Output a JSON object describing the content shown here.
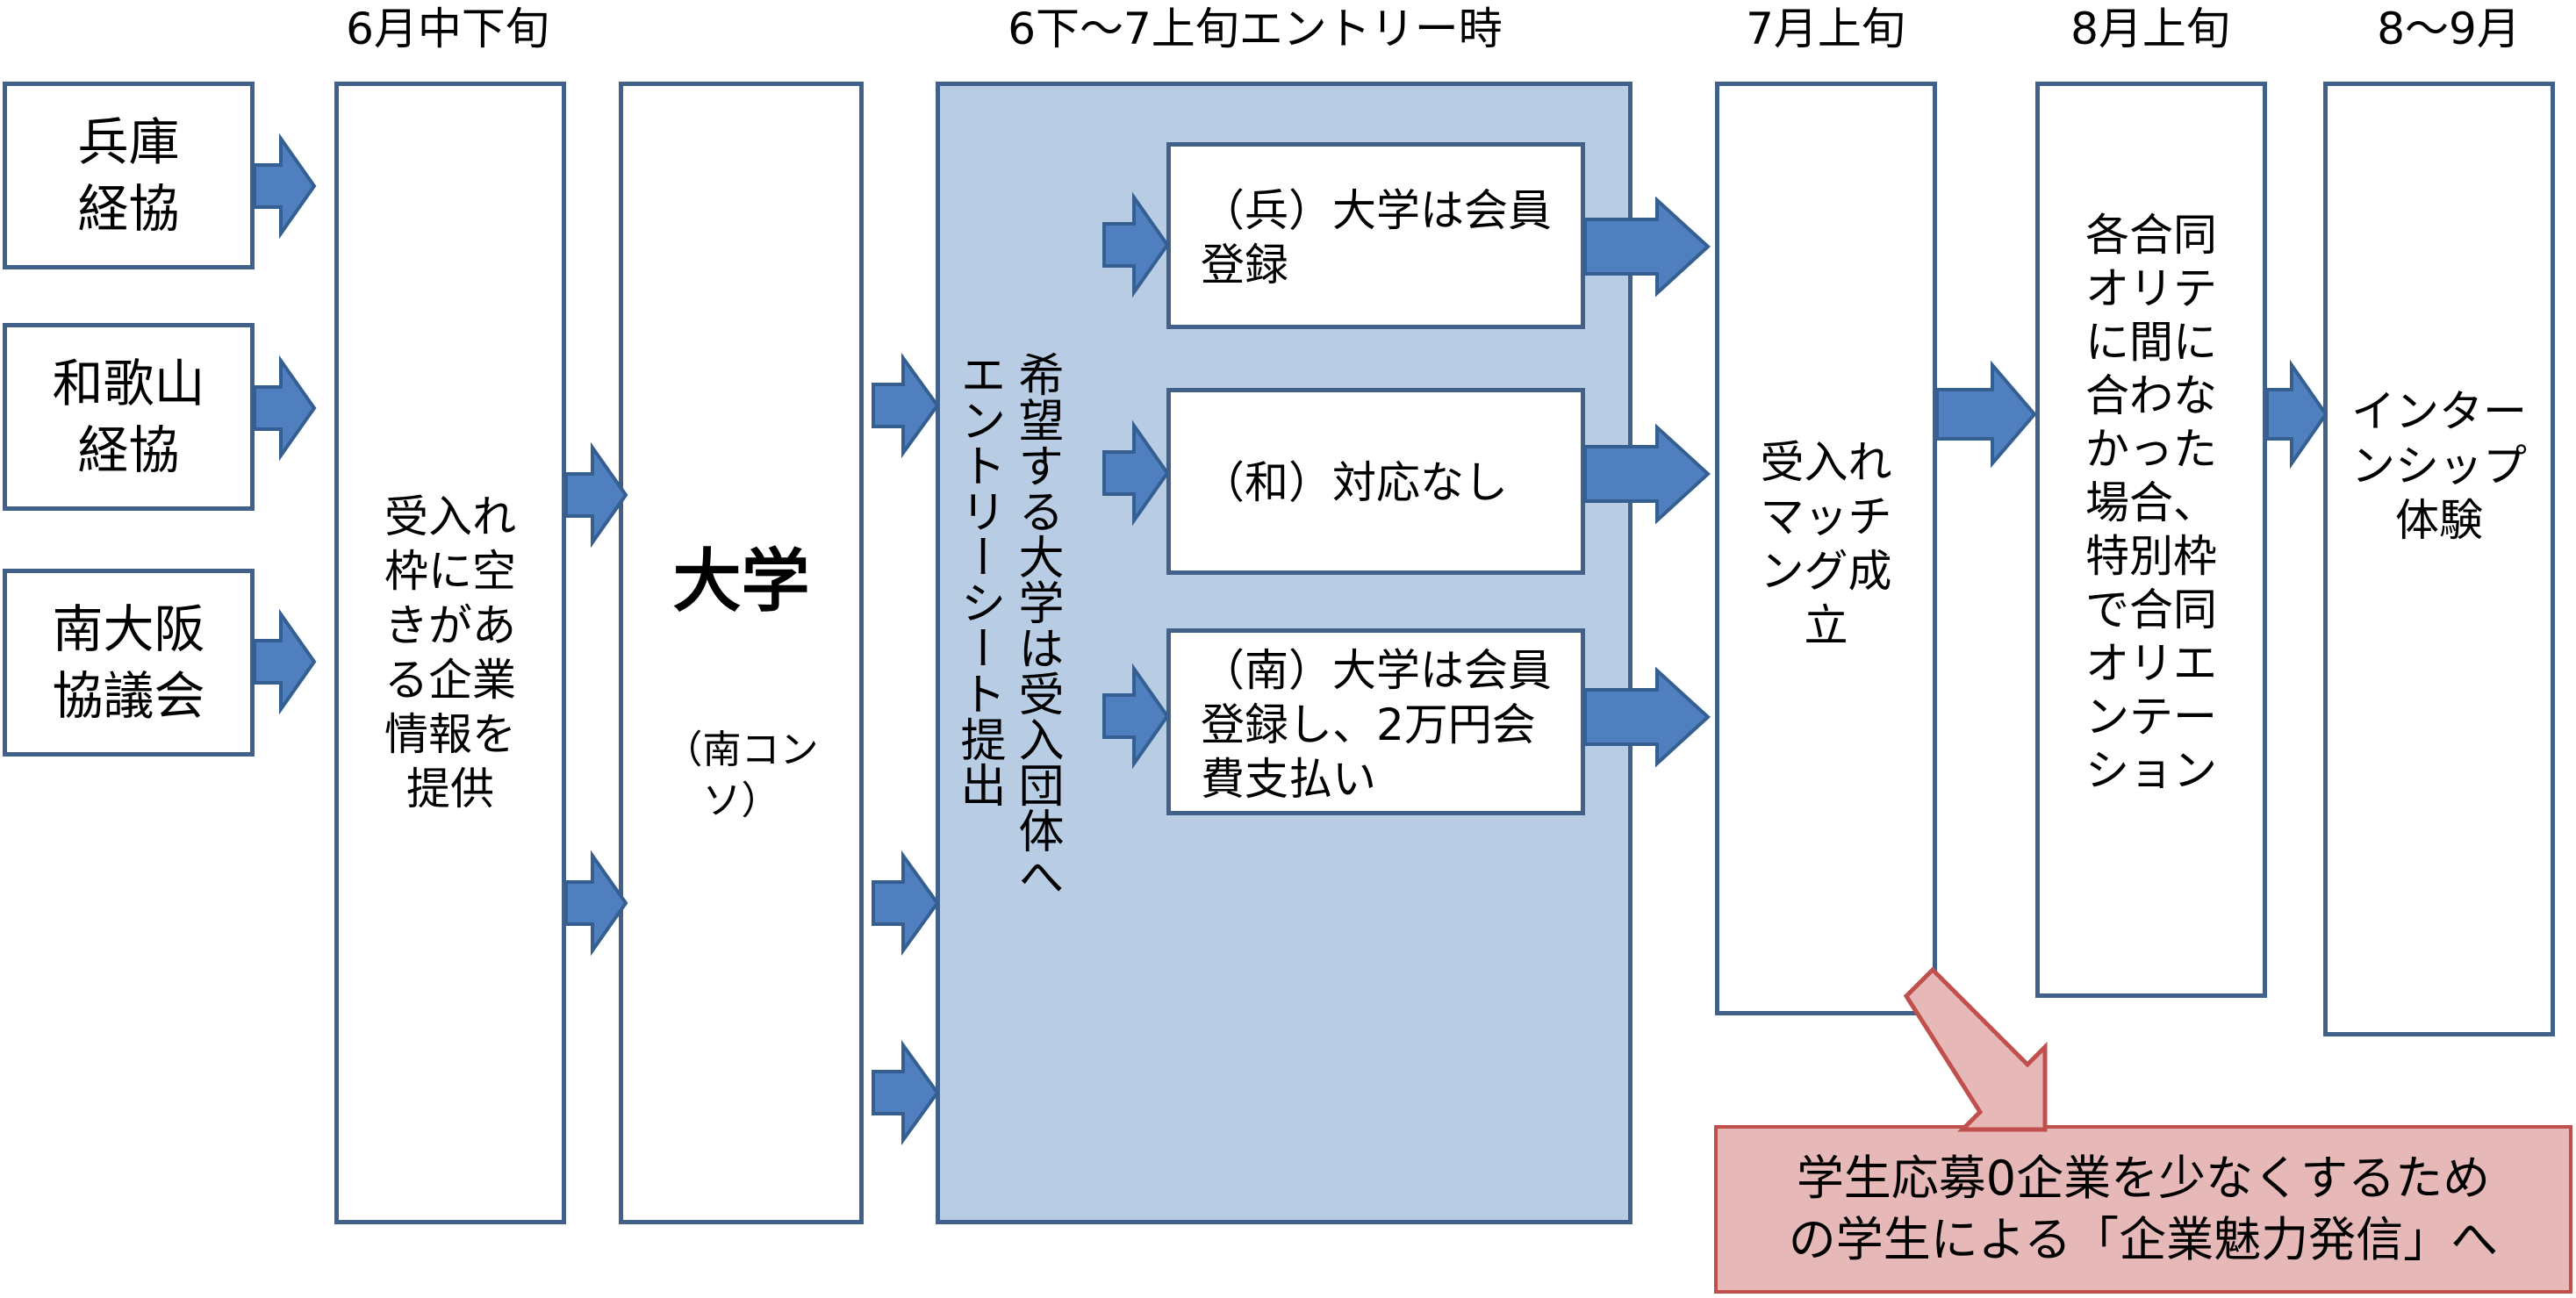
{
  "headers": {
    "june": "6月中下旬",
    "entry": "6下～7上旬エントリー時",
    "july": "7月上旬",
    "august": "8月上旬",
    "aug_sep": "8～9月"
  },
  "sources": {
    "hyogo": [
      "兵庫",
      "経協"
    ],
    "wakayama": [
      "和歌山",
      "経協"
    ],
    "minami_osaka": [
      "南大阪",
      "協議会"
    ]
  },
  "companies_box": [
    "受入れ",
    "枠に空",
    "きがあ",
    "る企業",
    "情報を",
    "提供"
  ],
  "university_box": {
    "title": "大学",
    "sub": [
      "（南コン",
      "ソ）"
    ]
  },
  "entry_panel": {
    "vertical_text": "希望する大学は受入団体へ\nエントリーシート提出",
    "hyogo": [
      "（兵）大学は会員",
      "登録"
    ],
    "wakayama": [
      "（和）対応なし"
    ],
    "minami": [
      "（南）大学は会員",
      "登録し、2万円会",
      "費支払い"
    ]
  },
  "matching_box": [
    "受入れ",
    "マッチ",
    "ング成",
    "立"
  ],
  "orientation_box": [
    "各合同",
    "オリテ",
    "に間に",
    "合わな",
    "かった",
    "場合、",
    "特別枠",
    "で合同",
    "オリエ",
    "ンテー",
    "ション"
  ],
  "internship_box": [
    "インター",
    "ンシップ",
    "体験"
  ],
  "callout": [
    "学生応募0企業を少なくするため",
    "の学生による「企業魅力発信」へ"
  ],
  "colors": {
    "box_border": "#41618b",
    "arrow_fill": "#4f7fbf",
    "arrow_stroke": "#365f91",
    "panel_fill": "#b8cce4",
    "callout_fill": "#e6b9b8",
    "callout_border": "#c0504d"
  }
}
